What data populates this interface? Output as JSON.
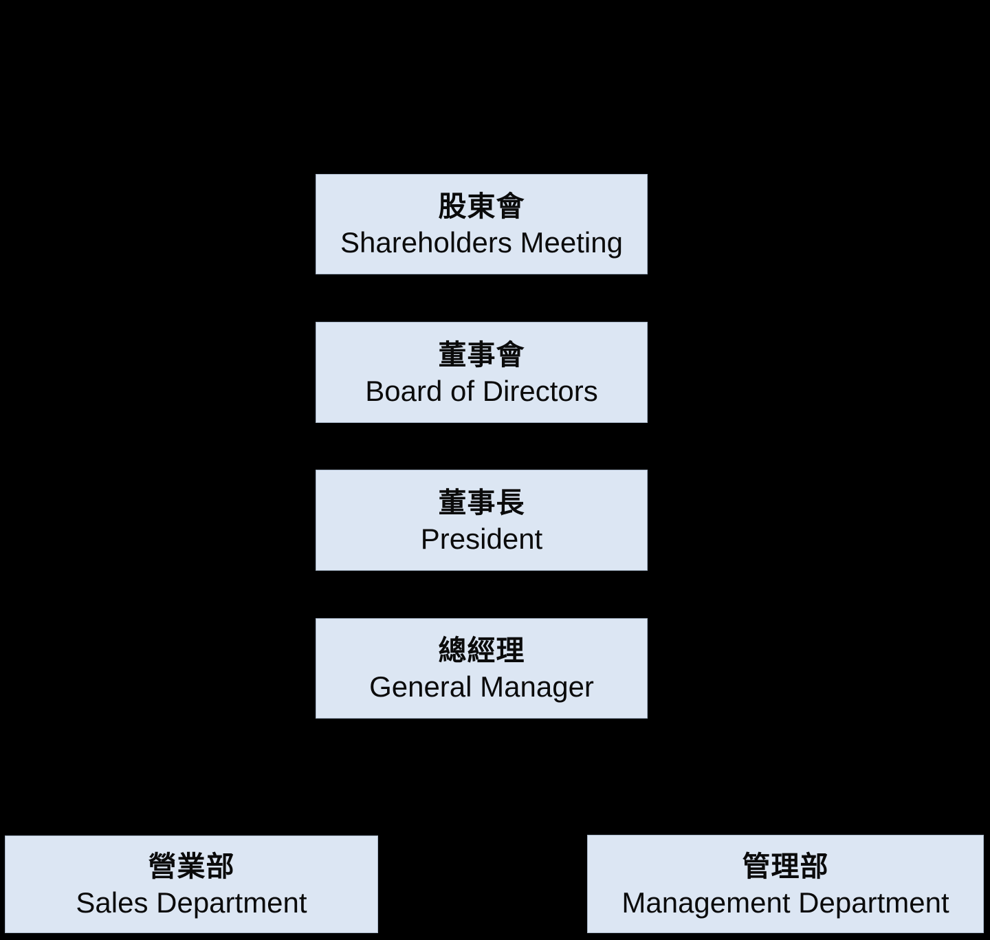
{
  "diagram": {
    "type": "org-chart",
    "colors": {
      "background": "#000000",
      "node_fill": "#dce6f3",
      "node_border": "#a9b8ca",
      "node_text": "#0b0b0b"
    },
    "nodes": [
      {
        "zh": "股東會",
        "en": "Shareholders Meeting"
      },
      {
        "zh": "董事會",
        "en": "Board of Directors"
      },
      {
        "zh": "董事長",
        "en": "President"
      },
      {
        "zh": "總經理",
        "en": "General Manager"
      },
      {
        "zh": "營業部",
        "en": "Sales Department"
      },
      {
        "zh": "管理部",
        "en": "Management Department"
      }
    ]
  }
}
